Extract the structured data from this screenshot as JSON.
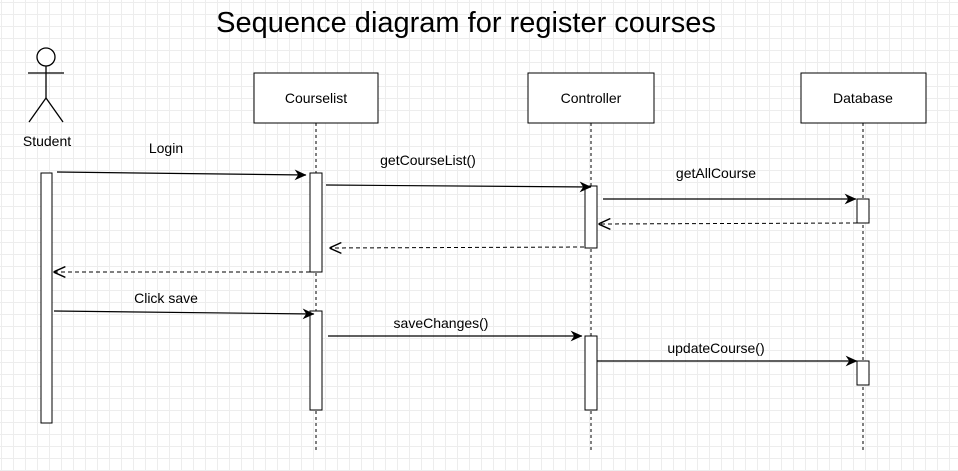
{
  "title": "Sequence diagram for register courses",
  "actor": {
    "label": "Student"
  },
  "participants": [
    {
      "id": "courselist",
      "label": "Courselist"
    },
    {
      "id": "controller",
      "label": "Controller"
    },
    {
      "id": "database",
      "label": "Database"
    }
  ],
  "messages": [
    {
      "label": "Login",
      "from": "student",
      "to": "courselist",
      "kind": "call"
    },
    {
      "label": "getCourseList()",
      "from": "courselist",
      "to": "controller",
      "kind": "call"
    },
    {
      "label": "getAllCourse",
      "from": "controller",
      "to": "database",
      "kind": "call"
    },
    {
      "label": "",
      "from": "database",
      "to": "controller",
      "kind": "return"
    },
    {
      "label": "",
      "from": "controller",
      "to": "courselist",
      "kind": "return"
    },
    {
      "label": "",
      "from": "courselist",
      "to": "student",
      "kind": "return"
    },
    {
      "label": "Click save",
      "from": "student",
      "to": "courselist",
      "kind": "call"
    },
    {
      "label": "saveChanges()",
      "from": "courselist",
      "to": "controller",
      "kind": "call"
    },
    {
      "label": "updateCourse()",
      "from": "controller",
      "to": "database",
      "kind": "call"
    }
  ],
  "colors": {
    "stroke": "#000000",
    "box_fill": "#ffffff",
    "grid_minor": "#ededed",
    "grid_major": "#dadada"
  }
}
